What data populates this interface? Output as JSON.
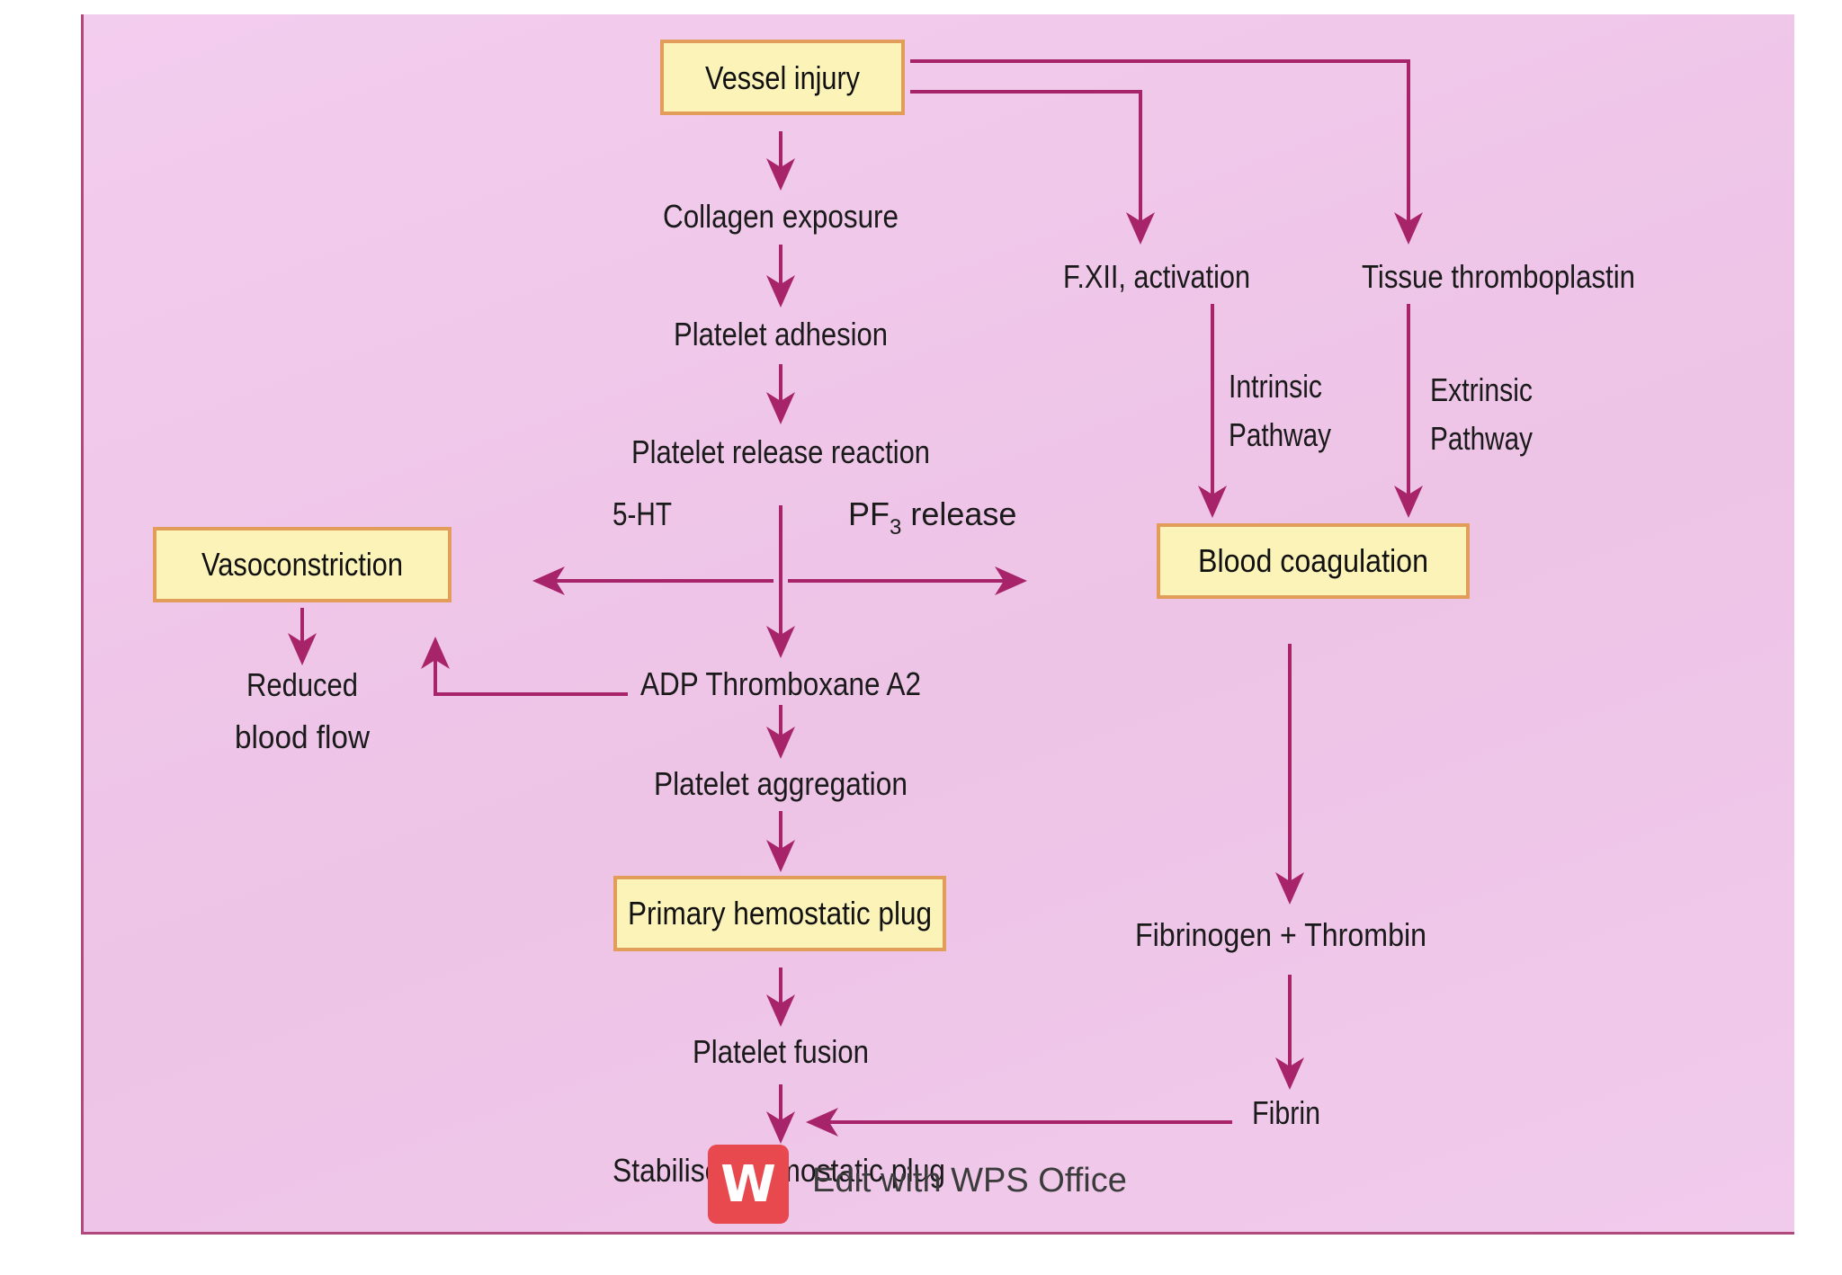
{
  "diagram": {
    "nodes": {
      "vessel_injury": "Vessel injury",
      "collagen_exposure": "Collagen exposure",
      "platelet_adhesion": "Platelet adhesion",
      "platelet_release_reaction": "Platelet release reaction",
      "five_ht": "5-HT",
      "pf3_release_prefix": "PF",
      "pf3_release_sub": "3",
      "pf3_release_suffix": " release",
      "vasoconstriction": "Vasoconstriction",
      "reduced_blood_flow_line1": "Reduced",
      "reduced_blood_flow_line2": "blood flow",
      "adp_thromboxane": "ADP Thromboxane A2",
      "platelet_aggregation": "Platelet aggregation",
      "primary_hemostatic_plug": "Primary hemostatic plug",
      "platelet_fusion": "Platelet fusion",
      "stabilised_hemostatic_plug": "Stabilised hemostatic plug",
      "fxii_activation": "F.XII, activation",
      "tissue_thromboplastin": "Tissue thromboplastin",
      "intrinsic_line1": "Intrinsic",
      "intrinsic_line2": "Pathway",
      "extrinsic_line1": "Extrinsic",
      "extrinsic_line2": "Pathway",
      "blood_coagulation": "Blood coagulation",
      "fibrinogen_thrombin": "Fibrinogen + Thrombin",
      "fibrin": "Fibrin"
    },
    "colors": {
      "background": "#f0c9ea",
      "arrow": "#a8246a",
      "box_fill": "#fbf3b8",
      "box_border": "#e29d5a"
    }
  },
  "watermark": {
    "icon": "wps-logo-icon",
    "text": "Edit with WPS Office"
  }
}
